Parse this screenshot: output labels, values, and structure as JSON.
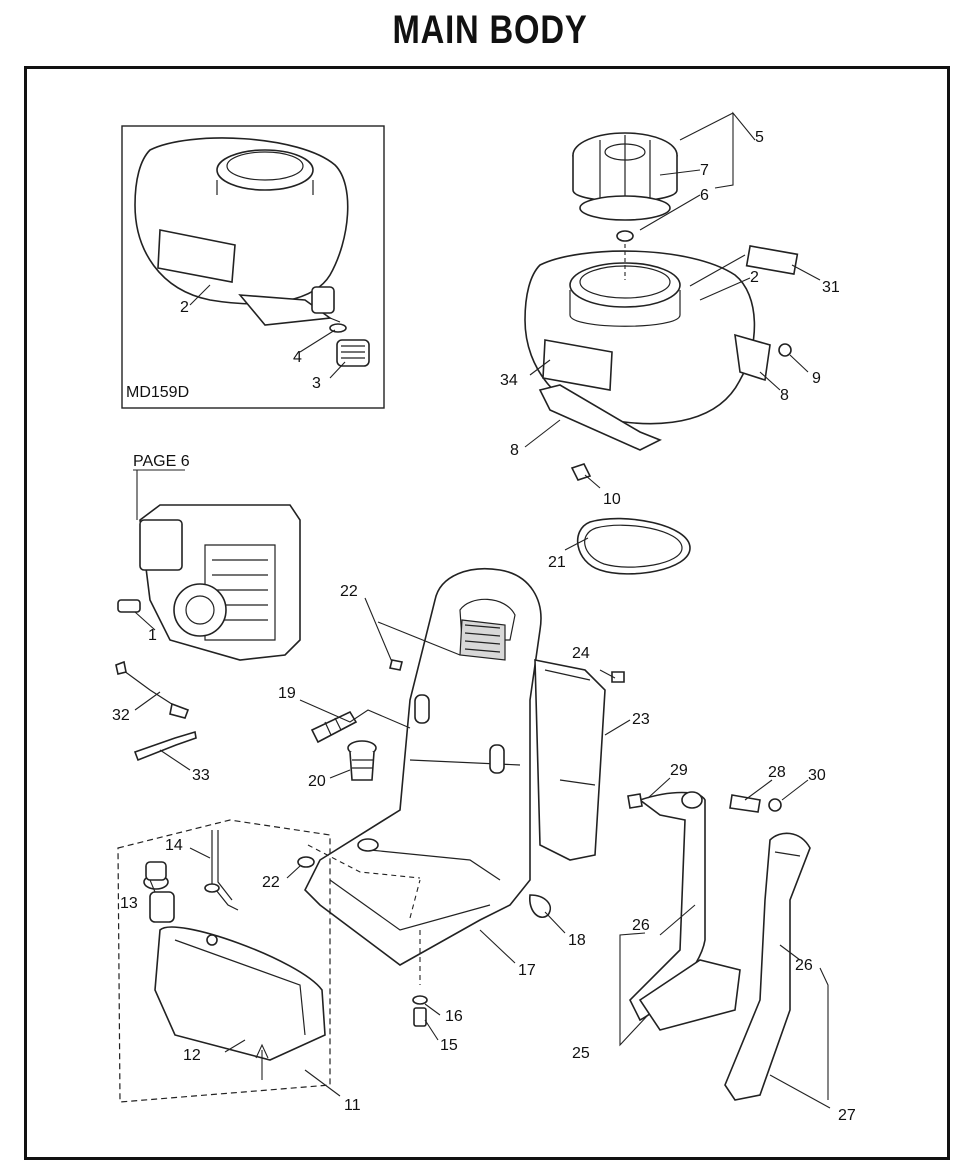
{
  "title": "MAIN BODY",
  "inset_label": "MD159D",
  "page_ref": "PAGE 6",
  "callouts": {
    "c1": "1",
    "c2a": "2",
    "c2b": "2",
    "c3": "3",
    "c4": "4",
    "c5": "5",
    "c6": "6",
    "c7": "7",
    "c8a": "8",
    "c8b": "8",
    "c9": "9",
    "c10": "10",
    "c11": "11",
    "c12": "12",
    "c13": "13",
    "c14": "14",
    "c15": "15",
    "c16": "16",
    "c17": "17",
    "c18": "18",
    "c19": "19",
    "c20": "20",
    "c21": "21",
    "c22a": "22",
    "c22b": "22",
    "c23": "23",
    "c24": "24",
    "c25": "25",
    "c26a": "26",
    "c26b": "26",
    "c27": "27",
    "c28": "28",
    "c29": "29",
    "c30": "30",
    "c31": "31",
    "c32": "32",
    "c33": "33",
    "c34": "34"
  }
}
